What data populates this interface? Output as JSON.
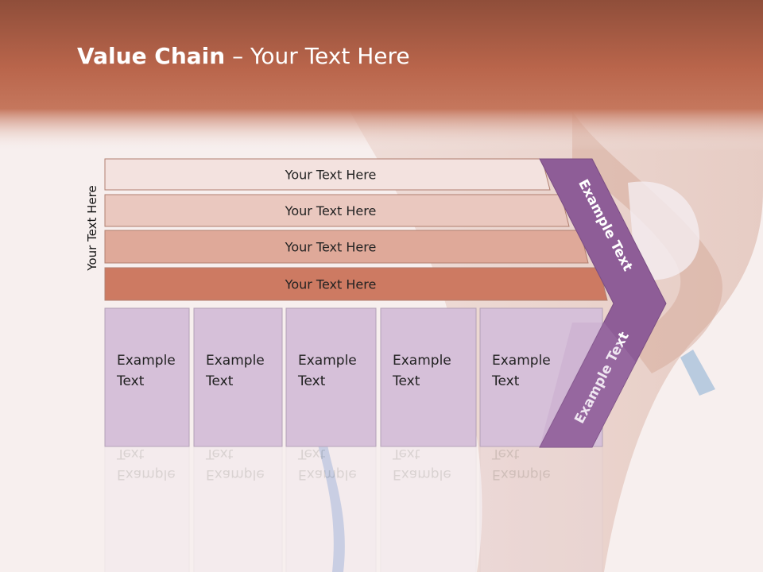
{
  "slide": {
    "title_bold": "Value Chain",
    "title_rest": " – Your Text Here",
    "side_label": "Your Text Here"
  },
  "rows": [
    {
      "label": "Your Text Here",
      "color": "#f3e2df"
    },
    {
      "label": "Your Text Here",
      "color": "#eac8bf"
    },
    {
      "label": "Your Text Here",
      "color": "#dfa999"
    },
    {
      "label": "Your Text Here",
      "color": "#cd7a62"
    }
  ],
  "boxes": [
    {
      "line1": "Example",
      "line2": "Text"
    },
    {
      "line1": "Example",
      "line2": "Text"
    },
    {
      "line1": "Example",
      "line2": "Text"
    },
    {
      "line1": "Example",
      "line2": "Text"
    },
    {
      "line1": "Example",
      "line2": "Text"
    }
  ],
  "chevron": {
    "top_label": "Example Text",
    "bottom_label": "Example Text",
    "color": "#8e5d97"
  },
  "colors": {
    "header": "#b9654b",
    "box_fill": "#d6c0d9",
    "box_stroke": "#b3a0b6"
  }
}
